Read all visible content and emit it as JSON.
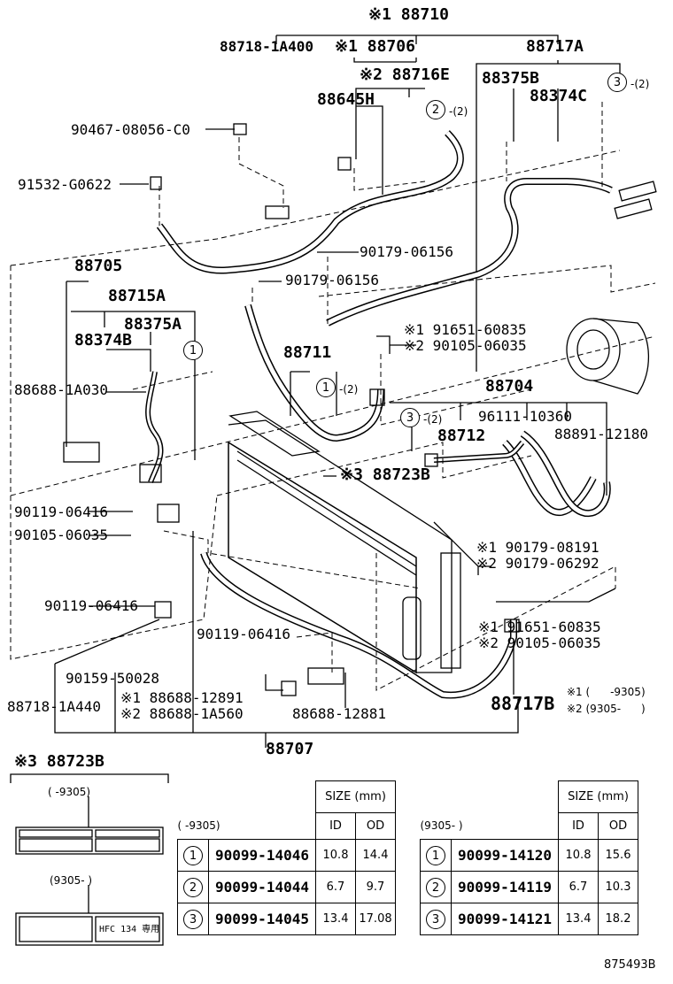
{
  "diagram": {
    "callouts": {
      "c88710": "※1 88710",
      "c88718_1a400": "88718-1A400",
      "c88706": "※1 88706",
      "c88717a": "88717A",
      "c88716e": "※2 88716E",
      "c88375b": "88375B",
      "c88645h": "88645H",
      "c88374c": "88374C",
      "c90467": "90467-08056-C0",
      "c91532": "91532-G0622",
      "c90179_a": "90179-06156",
      "c88705": "88705",
      "c90179_b": "90179-06156",
      "c88715a": "88715A",
      "c88375a": "88375A",
      "c88374b": "88374B",
      "c91651_a": "※1 91651-60835",
      "c90105_a": "※2 90105-06035",
      "c88711": "88711",
      "c88688_1a030": "88688-1A030",
      "c88704": "88704",
      "c96111": "96111-10360",
      "c88712": "88712",
      "c88891": "88891-12180",
      "c88723b": "※3 88723B",
      "c90119_a": "90119-06416",
      "c90105_b": "90105-06035",
      "c90179_c": "※1 90179-08191",
      "c90179_d": "※2 90179-06292",
      "c90119_b": "90119-06416",
      "c91651_b": "※1 91651-60835",
      "c90105_c": "※2 90105-06035",
      "c90119_c": "90119-06416",
      "c90159": "90159-50028",
      "c88718_1a440": "88718-1A440",
      "c88688_12891": "※1 88688-12891",
      "c88688_1a560": "※2 88688-1A560",
      "c88688_12881": "88688-12881",
      "c88717b": "88717B",
      "c88707": "88707"
    },
    "qty": {
      "q1": "-(2)",
      "q2": "-(2)",
      "q3": "-(2)",
      "q4": "-(2)"
    },
    "circles": {
      "one": "1",
      "two": "2",
      "three": "3"
    },
    "legend": {
      "l1": "※1 (      -9305)",
      "l2": "※2 (9305-      )"
    },
    "label_block": {
      "title": "※3 88723B",
      "early": "(      -9305)",
      "late": "(9305-      )",
      "sticker_text": "HFC 134 専用"
    },
    "size_header": "SIZE (mm)",
    "id_header": "ID",
    "od_header": "OD",
    "table_left": {
      "period": "(      -9305)",
      "rows": [
        {
          "no": "1",
          "part": "90099-14046",
          "id": "10.8",
          "od": "14.4"
        },
        {
          "no": "2",
          "part": "90099-14044",
          "id": "6.7",
          "od": "9.7"
        },
        {
          "no": "3",
          "part": "90099-14045",
          "id": "13.4",
          "od": "17.08"
        }
      ]
    },
    "table_right": {
      "period": "(9305-      )",
      "rows": [
        {
          "no": "1",
          "part": "90099-14120",
          "id": "10.8",
          "od": "15.6"
        },
        {
          "no": "2",
          "part": "90099-14119",
          "id": "6.7",
          "od": "10.3"
        },
        {
          "no": "3",
          "part": "90099-14121",
          "id": "13.4",
          "od": "18.2"
        }
      ]
    },
    "figure_number": "875493B"
  }
}
